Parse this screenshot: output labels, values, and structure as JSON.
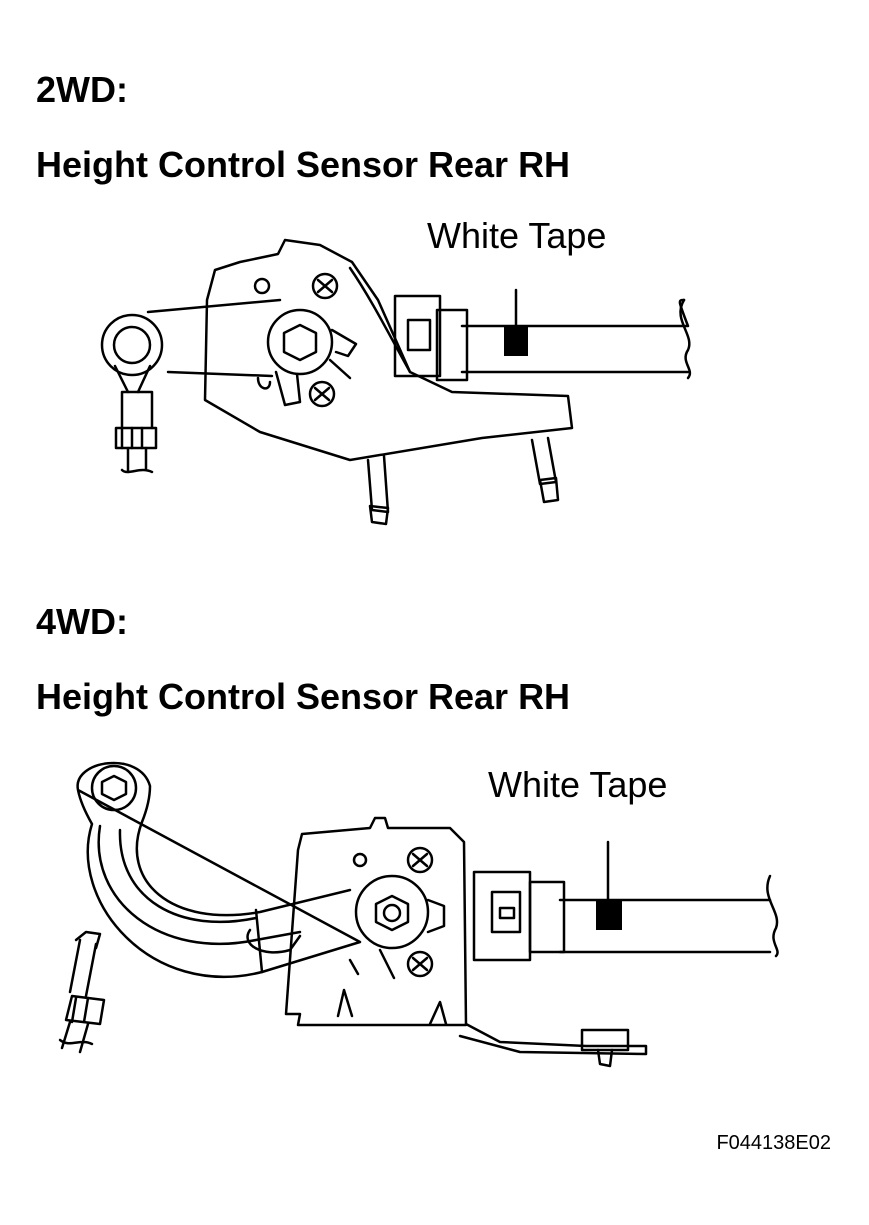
{
  "sections": [
    {
      "drive": "2WD:",
      "title": "Height Control Sensor Rear RH",
      "callout": "White Tape"
    },
    {
      "drive": "4WD:",
      "title": "Height Control Sensor Rear RH",
      "callout": "White Tape"
    }
  ],
  "figure_id": "F044138E02",
  "colors": {
    "line": "#000000",
    "background": "#ffffff",
    "tape": "#000000"
  }
}
